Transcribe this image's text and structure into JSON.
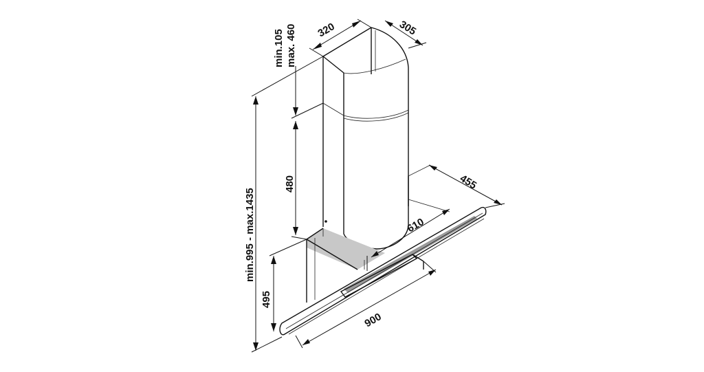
{
  "dimensions": {
    "chimney_width": "320",
    "chimney_depth": "305",
    "chimney_ext_min": "min.105",
    "chimney_ext_max": "max. 460",
    "lower_chimney": "480",
    "total_height": "min.995 - max.1435",
    "canopy_height": "495",
    "hood_depth": "455",
    "glass_depth": "610",
    "hood_width": "900"
  },
  "colors": {
    "line": "#111111",
    "shade": "#c8c8c8"
  }
}
